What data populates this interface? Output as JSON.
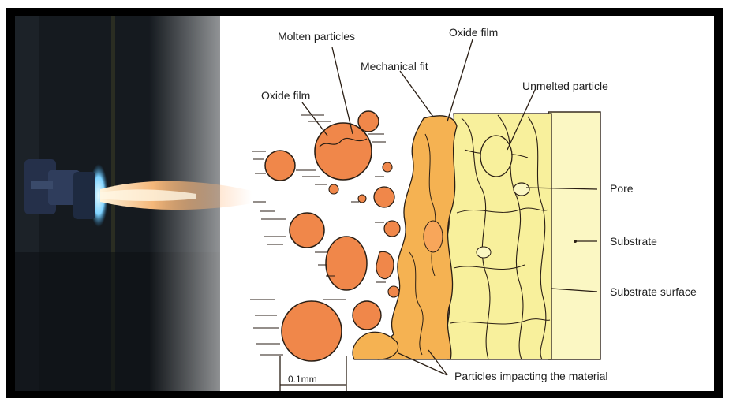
{
  "labels": {
    "molten_particles": "Molten particles",
    "oxide_film_top": "Oxide film",
    "mechanical_fit": "Mechanical fit",
    "unmelted_particle": "Unmelted particle",
    "oxide_film_left": "Oxide film",
    "pore": "Pore",
    "substrate": "Substrate",
    "substrate_surface": "Substrate surface",
    "particles_impacting": "Particles impacting the material",
    "scale_bar": "0.1mm"
  },
  "colors": {
    "particle_orange": "#f0874a",
    "coating_orange": "#f5b252",
    "coating_yellow": "#f8f09c",
    "substrate_yellow": "#fbf7c3",
    "outline": "#2a1e14",
    "flame": "#ffb070",
    "nozzle_glow": "#8ed8ff",
    "dark_background": "#14181c"
  }
}
